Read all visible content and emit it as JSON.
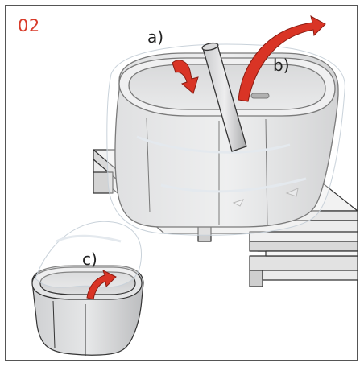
{
  "step": {
    "number": "02"
  },
  "labels": {
    "a": "a)",
    "b": "b)",
    "c": "c)"
  },
  "colors": {
    "arrow": "#d93425",
    "frame": "#555555",
    "step_number": "#d83b2a",
    "foil": "#e8edf2"
  },
  "icons": {
    "arrow_a": "curved-arrow-down-icon",
    "arrow_b": "curved-arrow-up-right-icon",
    "arrow_c": "curved-arrow-lift-icon"
  }
}
